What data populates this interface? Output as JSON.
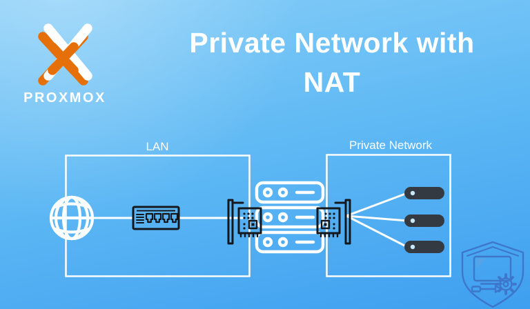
{
  "page": {
    "background_top": "#87CEF8",
    "background_bottom": "#3E9FF0"
  },
  "brand": {
    "wordmark": "PROXMOX",
    "logo_orange": "#E57009",
    "logo_white": "#FFFFFF"
  },
  "title": {
    "full": "Private Network with NAT",
    "line1": "Private Network with",
    "line2": "NAT"
  },
  "diagram": {
    "lan_zone": {
      "label": "LAN",
      "border_color": "#FFFFFF",
      "nodes": [
        "internet-globe-icon",
        "network-switch-icon",
        "nic-card-left-icon"
      ]
    },
    "private_zone": {
      "label": "Private Network",
      "border_color": "#FFFFFF",
      "vm_count": 3,
      "vm_color": "#333A42",
      "vm_dot_color": "#C9E8FB"
    },
    "host": {
      "icon": "server-stack-icon",
      "stroke_color": "#FFFFFF",
      "nic_count": 2,
      "nic_color": "#14181D"
    },
    "watermark": {
      "icon": "shield-tools-icon",
      "stroke_color": "#3D6FC4"
    }
  }
}
